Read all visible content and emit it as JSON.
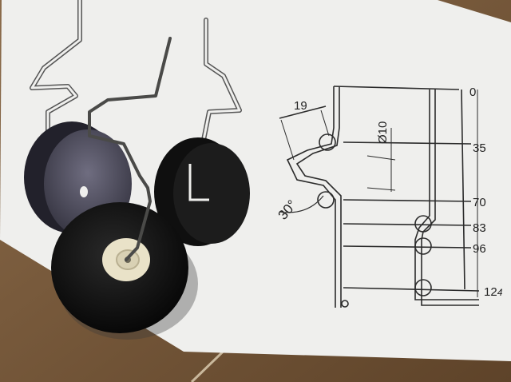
{
  "photo": {
    "subject": "photo of a printed technical drawing of a bent-wire landing gear with wheels, with a real wire and wheel lying on it",
    "colors": {
      "table": "#7a5a3c",
      "paper": "#efefed",
      "line": "#2b2b2b",
      "tire": "#111111",
      "hub": "#e9e2c8",
      "wire": "#4a4a48"
    }
  },
  "dimensions": {
    "width_label": "19",
    "diameter_label": "Ø10",
    "angle_label": "30°",
    "levels": [
      {
        "label": "0"
      },
      {
        "label": "35"
      },
      {
        "label": "70"
      },
      {
        "label": "83"
      },
      {
        "label": "96"
      },
      {
        "label": "12",
        "handwritten_suffix": "4"
      }
    ]
  }
}
